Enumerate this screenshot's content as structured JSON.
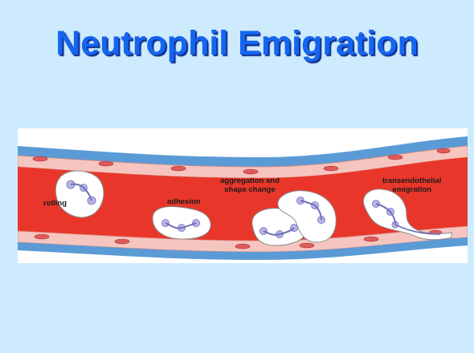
{
  "title": "Neutrophil Emigration",
  "diagram": {
    "stages": [
      {
        "key": "rolling",
        "label": "rolling"
      },
      {
        "key": "adhesion",
        "label": "adhesion"
      },
      {
        "key": "aggregation",
        "label": "aggregation and shape change"
      },
      {
        "key": "transendothelial",
        "label": "transendothelial emigration"
      }
    ],
    "labels": {
      "rolling": "rolling",
      "adhesion": "adhesion",
      "aggregation_line1": "aggregation and",
      "aggregation_line2": "shape change",
      "transendothelial_line1": "transendothelial",
      "transendothelial_line2": "emigration"
    }
  },
  "colors": {
    "background": "#cdebfd",
    "title": "#1565f0",
    "blood": "#e8372a",
    "vessel_wall": "#5b9bd5",
    "endothelium": "#f7c5c0",
    "nucleus": "#b7b6e8"
  }
}
